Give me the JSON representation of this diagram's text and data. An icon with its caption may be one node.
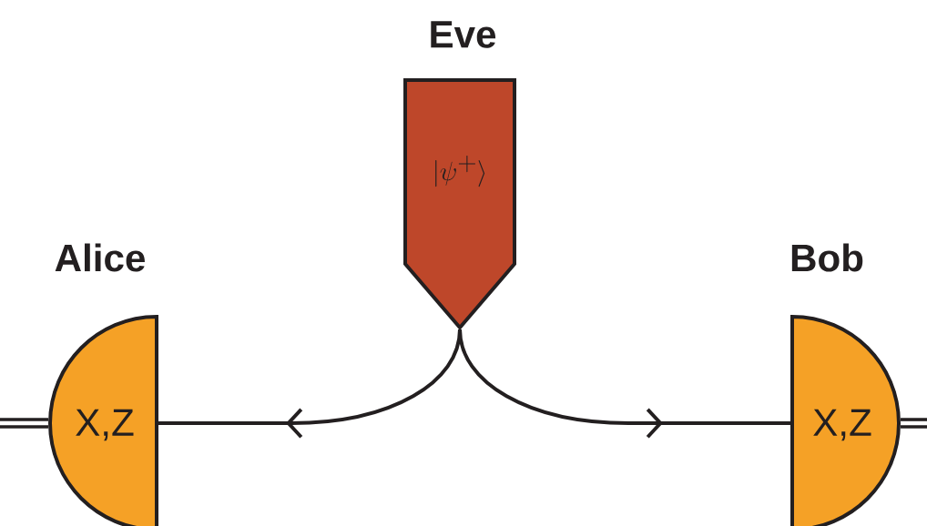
{
  "diagram": {
    "nodes": [
      {
        "text": [
          "Eve",
          "|\\psi^{+}\\rangle"
        ]
      },
      {
        "text": [
          "Alice",
          "X,Z"
        ]
      },
      {
        "text": [
          "Bob",
          "X,Z"
        ]
      }
    ],
    "edges": [
      {
        "from": 0,
        "to": 1,
        "arrow": "to"
      },
      {
        "from": 0,
        "to": 2,
        "arrow": "to"
      },
      {
        "from": 1,
        "to": null,
        "arrow": "none",
        "style": "thick"
      },
      {
        "from": 2,
        "to": null,
        "arrow": "none",
        "style": "thick"
      }
    ]
  }
}
